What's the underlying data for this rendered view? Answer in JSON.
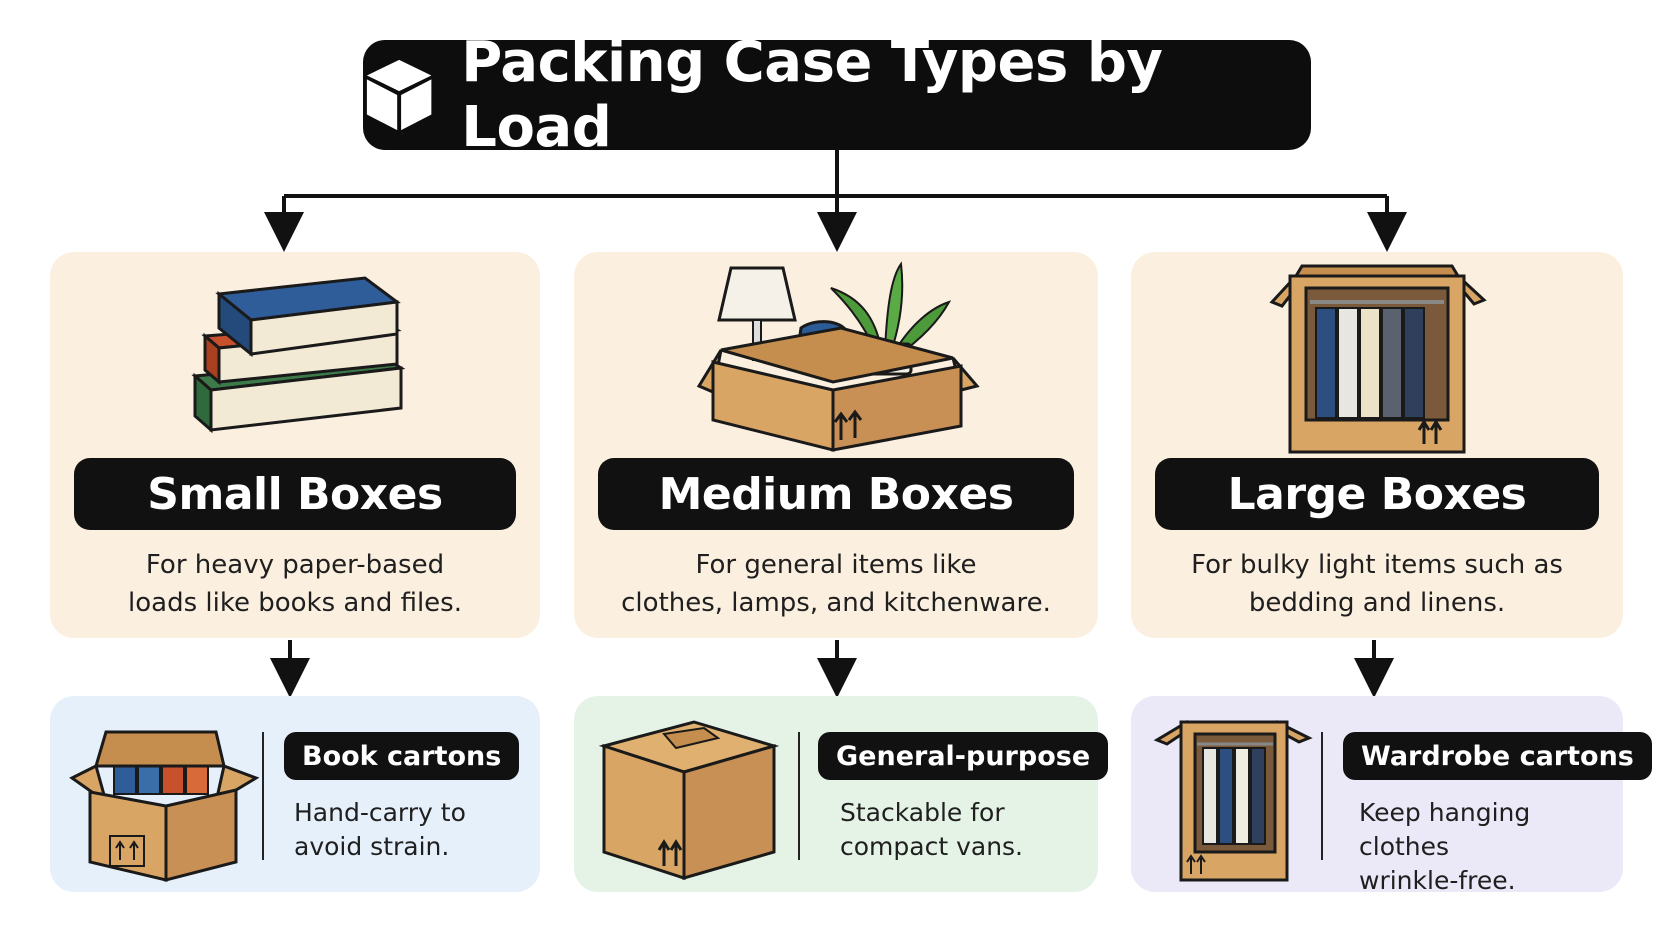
{
  "title": "Packing Case Types by Load",
  "colors": {
    "title_bg": "#0d0d0d",
    "card_bg": "#fbefdf",
    "sub_blue": "#e6f0fb",
    "sub_green": "#e5f3e7",
    "sub_purple": "#ebe8f8",
    "cardboard": "#d9a565"
  },
  "categories": [
    {
      "name": "Small Boxes",
      "desc_line1": "For heavy paper-based",
      "desc_line2": "loads like books and files.",
      "icon": "stacked-books-icon",
      "sub": {
        "tag": "Book cartons",
        "line1": "Hand-carry to",
        "line2": "avoid strain.",
        "icon": "book-carton-icon"
      }
    },
    {
      "name": "Medium Boxes",
      "desc_line1": "For general items like",
      "desc_line2": "clothes, lamps, and kitchenware.",
      "icon": "open-box-items-icon",
      "sub": {
        "tag": "General-purpose",
        "line1": "Stackable for",
        "line2": "compact vans.",
        "icon": "closed-box-icon"
      }
    },
    {
      "name": "Large Boxes",
      "desc_line1": "For bulky light items such as",
      "desc_line2": "bedding and linens.",
      "icon": "wardrobe-box-icon",
      "sub": {
        "tag": "Wardrobe cartons",
        "line1": "Keep hanging clothes",
        "line2": "wrinkle-free.",
        "icon": "wardrobe-carton-icon"
      }
    }
  ]
}
